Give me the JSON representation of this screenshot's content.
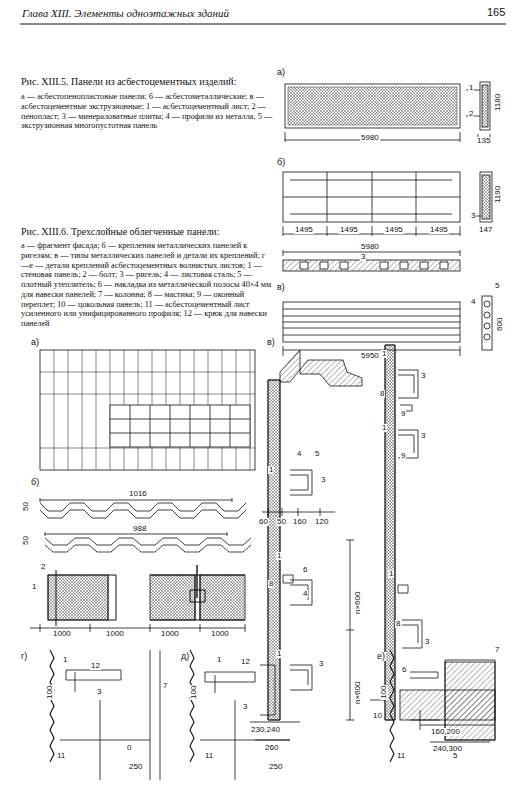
{
  "diagram": {
    "title": "Глава XIII. Элементы одноэтажных зданий",
    "labels": [
      "165",
      "Рис. XIII.5. Панели из асбестоцементных изделий:",
      "а — асбестопенопластовые панели; б — асбестометаллические; в — асбестоцементные экструзионные; 1 — асбестоцементный лист; 2 — пенопласт; 3 — минераловатные плиты; 4 — профили из металла, 5 — экструзионная многопустотная панель",
      "Рис. XIII.6. Трехслойные облегченные панели:",
      "а — фрагмент фасада; б — крепления металлических панелей к ригелям; в — типы металлических панелей и детали их креплений; г—е — детали креплений асбестоцементных волнистых листов; 1 — стеновая панель; 2 — болт; 3 — ригель; 4 — листовая сталь; 5 — плотный утеплитель; 6 — накладка из металлической полосы 40×4 мм для навески панелей; 7 — колонна; 8 — мастика; 9 — оконный переплет; 10 — цокольная панель; 11 — асбестоцементный лист усиленного или унифицированного профиля; 12 — крюк для навески панелей",
      "а)",
      "1",
      "2",
      "1180",
      "5980",
      "135",
      "б)",
      "1495",
      "1495",
      "1495",
      "1495",
      "3",
      "1190",
      "147",
      "5980",
      "3",
      "в)",
      "5",
      "4",
      "600",
      "5950",
      "а)",
      "б)",
      "1016",
      "988",
      "50",
      "50",
      "2",
      "1",
      "1000",
      "1000",
      "1000",
      "1000",
      "г)",
      "1",
      "12",
      "100",
      "3",
      "11",
      "0",
      "250",
      "7",
      "д)",
      "1",
      "12",
      "100",
      "3",
      "11",
      "0",
      "250",
      "е)",
      "7",
      "6",
      "100",
      "11",
      "5",
      "в)",
      "1",
      "4",
      "5",
      "3",
      "60",
      "50",
      "160",
      "120",
      "1",
      "3",
      "8",
      "9",
      "1",
      "3",
      "9",
      "1",
      "8",
      "6",
      "4",
      "n×600",
      "1",
      "3",
      "n×600",
      "230,240",
      "260",
      "1",
      "8",
      "3",
      "10",
      "160,200",
      "240,300"
    ]
  }
}
